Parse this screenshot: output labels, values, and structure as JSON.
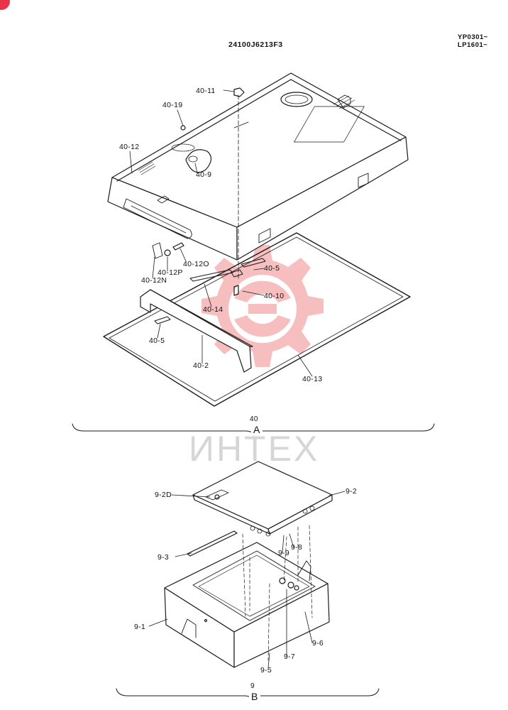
{
  "header": {
    "part_code": "24100J6213F3",
    "serials": [
      "YP0301~",
      "LP1601~"
    ]
  },
  "watermark": {
    "text": "ИНТЕХ",
    "color": "#f08a8a"
  },
  "section_a": {
    "number": "40",
    "letter": "A",
    "callouts": [
      "40-11",
      "40-19",
      "40-12",
      "40-9",
      "40-12O",
      "40-12P",
      "40-12N",
      "40-5",
      "40-10",
      "40-14",
      "40-5",
      "40-2",
      "40-13"
    ]
  },
  "section_b": {
    "number": "9",
    "letter": "B",
    "callouts": [
      "9-2D",
      "9-2",
      "9-3",
      "9-9",
      "9-8",
      "9-1",
      "9-6",
      "9-7",
      "9-5"
    ]
  },
  "colors": {
    "line": "#1a1a1a",
    "accent": "#e8334a"
  }
}
